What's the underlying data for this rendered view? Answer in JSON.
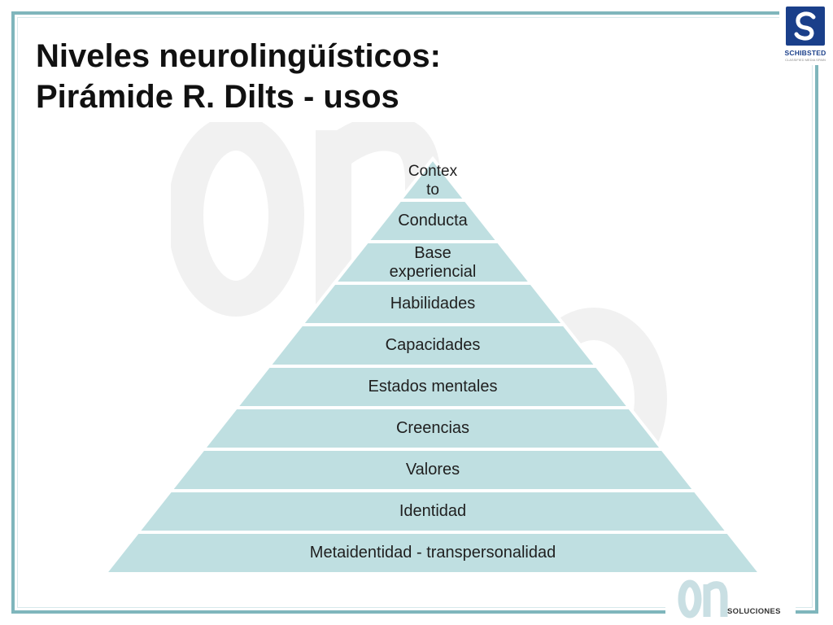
{
  "slide": {
    "title_line1": "Niveles neurolingüísticos:",
    "title_line2": "Pirámide R. Dilts - usos"
  },
  "colors": {
    "frame_border": "#7fb6bc",
    "tier_fill": "#bfdfe1",
    "watermark": "#f2f2f2",
    "logo_blue": "#1a3f8a"
  },
  "logo": {
    "icon": "schibsted-s-logo",
    "name": "SCHIBSTED",
    "tagline": "CLASSIFIED MEDIA SPAIN"
  },
  "pyramid": {
    "tiers": [
      "Contex\nto",
      "Conducta",
      "Base\nexperiencial",
      "Habilidades",
      "Capacidades",
      "Estados mentales",
      "Creencias",
      "Valores",
      "Identidad",
      "Metaidentidad - transpersonalidad"
    ]
  },
  "brand": {
    "icon": "on-logo",
    "text": "SOLUCIONES"
  }
}
